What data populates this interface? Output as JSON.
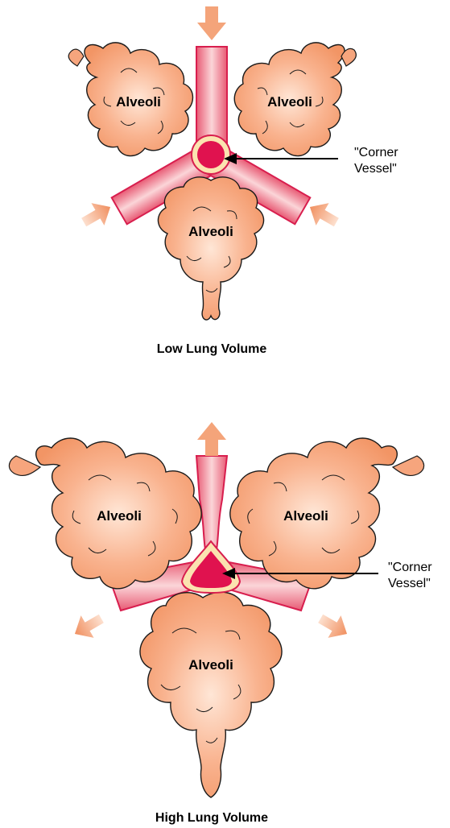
{
  "colors": {
    "alveoli_fill": "#f6a57d",
    "alveoli_highlight": "#ffe3d3",
    "alveoli_stroke": "#1a1a1a",
    "vessel_wall": "#d81e4e",
    "vessel_lumen": "#e0124f",
    "vessel_ring": "#fbe3b0",
    "septum_fill": "#f07a8e",
    "arrow_fill": "#f4a47a",
    "callout_line": "#000000"
  },
  "panels": [
    {
      "caption": "Low Lung Volume",
      "alveoli_labels": [
        "Alveoli",
        "Alveoli",
        "Alveoli"
      ],
      "callout": {
        "line1": "\"Corner",
        "line2": "Vessel\""
      },
      "arrow_direction": "inward"
    },
    {
      "caption": "High Lung Volume",
      "alveoli_labels": [
        "Alveoli",
        "Alveoli",
        "Alveoli"
      ],
      "callout": {
        "line1": "\"Corner",
        "line2": "Vessel\""
      },
      "arrow_direction": "outward"
    }
  ]
}
